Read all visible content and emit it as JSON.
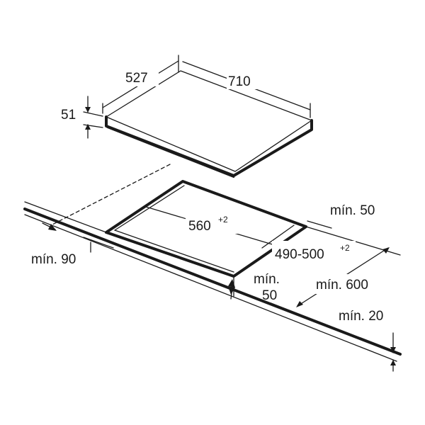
{
  "dimensions": {
    "hob_depth": "527",
    "hob_width": "710",
    "hob_height": "51",
    "cutout_width": "560",
    "cutout_width_tol": "+2",
    "cutout_depth": "490-500",
    "cutout_depth_tol": "+2",
    "min_back": "mín. 50",
    "min_left": "mín. 90",
    "min_front_a": "mín.",
    "min_front_b": "50",
    "min_worktop_depth": "mín. 600",
    "min_worktop_thickness": "mín. 20"
  }
}
